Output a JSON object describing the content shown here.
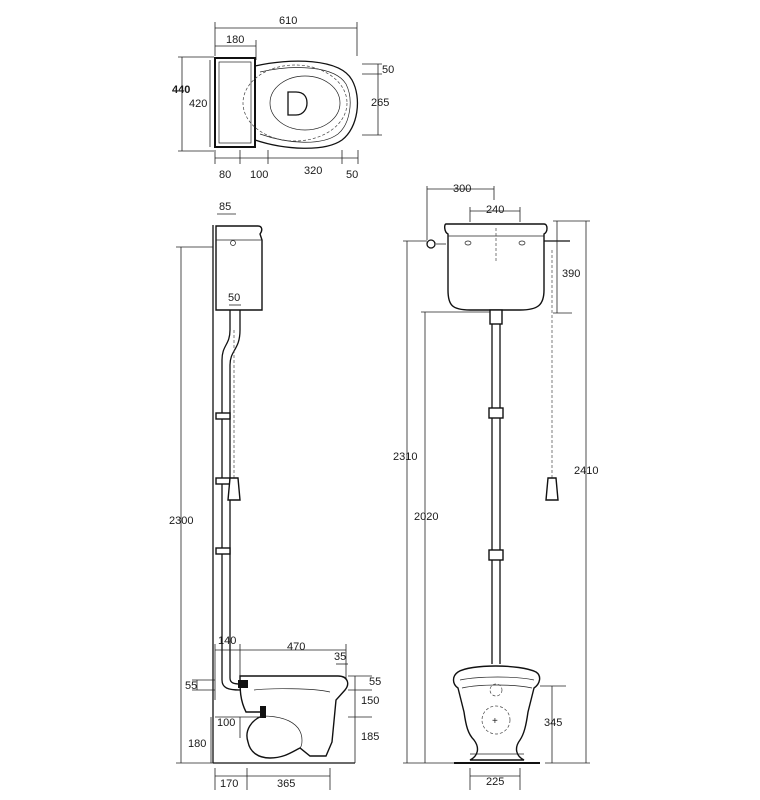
{
  "plan_view": {
    "total_width": "610",
    "cistern_depth": "180",
    "overall_depth": "440",
    "inner_depth": "420",
    "top_offset": "50",
    "seat_depth": "265",
    "left_offset": "80",
    "center_gap": "100",
    "seat_length": "320",
    "front_offset": "50"
  },
  "side_view": {
    "cistern_top": "85",
    "pipe_diameter": "50",
    "total_height": "2300",
    "bowl_setback": "140",
    "bowl_length": "470",
    "rim_lip": "35",
    "rim_height_left": "55",
    "rim_height_right": "55",
    "bowl_height": "150",
    "outlet_height": "100",
    "floor_outlet": "180",
    "base_height": "185",
    "wall_offset": "170",
    "base_length": "365"
  },
  "front_view": {
    "cistern_width": "300",
    "fixing_spacing": "240",
    "cistern_height": "390",
    "fixing_height": "2310",
    "pipe_height": "2020",
    "overall_height": "2410",
    "pan_height": "345",
    "pan_width": "225"
  },
  "colors": {
    "line": "#111111",
    "background": "#ffffff"
  }
}
